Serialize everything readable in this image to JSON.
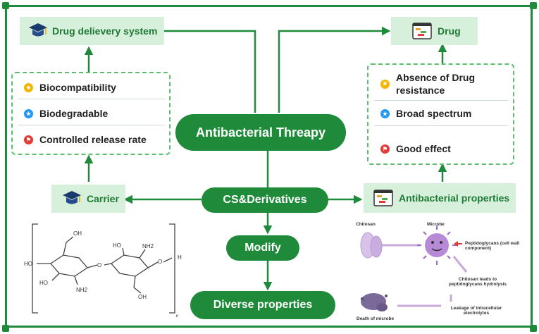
{
  "nodes": {
    "drug_delivery": "Drug delievery system",
    "drug": "Drug",
    "antibacterial_therapy": "Antibacterial Threapy",
    "cs_derivatives": "CS&Derivatives",
    "carrier": "Carrier",
    "antibacterial_properties": "Antibacterial properties",
    "modify": "Modify",
    "diverse_properties": "Diverse properties"
  },
  "left_list": [
    "Biocompatibility",
    "Biodegradable",
    "Controlled release rate"
  ],
  "right_list": [
    "Absence of Drug resistance",
    "Broad spectrum",
    "Good effect"
  ],
  "mechanism": {
    "chitosan": "Chitosan",
    "microbe": "Microbe",
    "peptidoglycans": "Peptidoglycans (cell wall component)",
    "hydrolysis": "Chitosan leads to peptidoglycans hydrolysis",
    "leakage": "Leakage of intracellular electrolytes",
    "death": "Death of microbe"
  },
  "structure_labels": {
    "ho_left": "HO",
    "ho_top1": "OH",
    "ho_mid": "HO",
    "ho_top2": "HO",
    "nh2_top": "NH2",
    "nh2_bottom": "NH2",
    "oh_bottom": "OH",
    "o_link": "O",
    "o_right": "O",
    "h_right": "H",
    "n_sub": "n"
  },
  "colors": {
    "dark_green": "#1e8a3a",
    "light_green": "#d7f0dc",
    "dash_green": "#5cbf6e",
    "star_yellow": "#f4b400",
    "star_blue": "#2196f3",
    "flag_red": "#e53935"
  },
  "icons": {
    "drug_delivery": "graduation-cap-icon",
    "carrier": "graduation-cap-icon",
    "drug": "chart-board-icon",
    "antibacterial_properties": "chart-board-icon",
    "left_list": [
      "star-icon",
      "star-icon",
      "flag-icon"
    ],
    "right_list": [
      "star-icon",
      "star-icon",
      "flag-icon"
    ]
  }
}
